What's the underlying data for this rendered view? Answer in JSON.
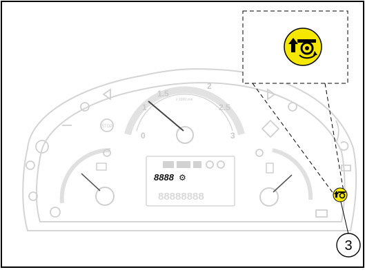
{
  "cluster": {
    "tach_ticks": [
      "0",
      "1",
      "1.5",
      "2",
      "2.5",
      "3"
    ],
    "tach_unit": "x 1000 min",
    "stop_label": "STOP",
    "odometer": "8888",
    "lower_display": "88888888"
  },
  "callout": {
    "number": "3",
    "icon": "auto-transmission-service-icon"
  },
  "colors": {
    "highlight": "#f5e700",
    "faded": "#d9d9d9",
    "frame": "#000000"
  }
}
